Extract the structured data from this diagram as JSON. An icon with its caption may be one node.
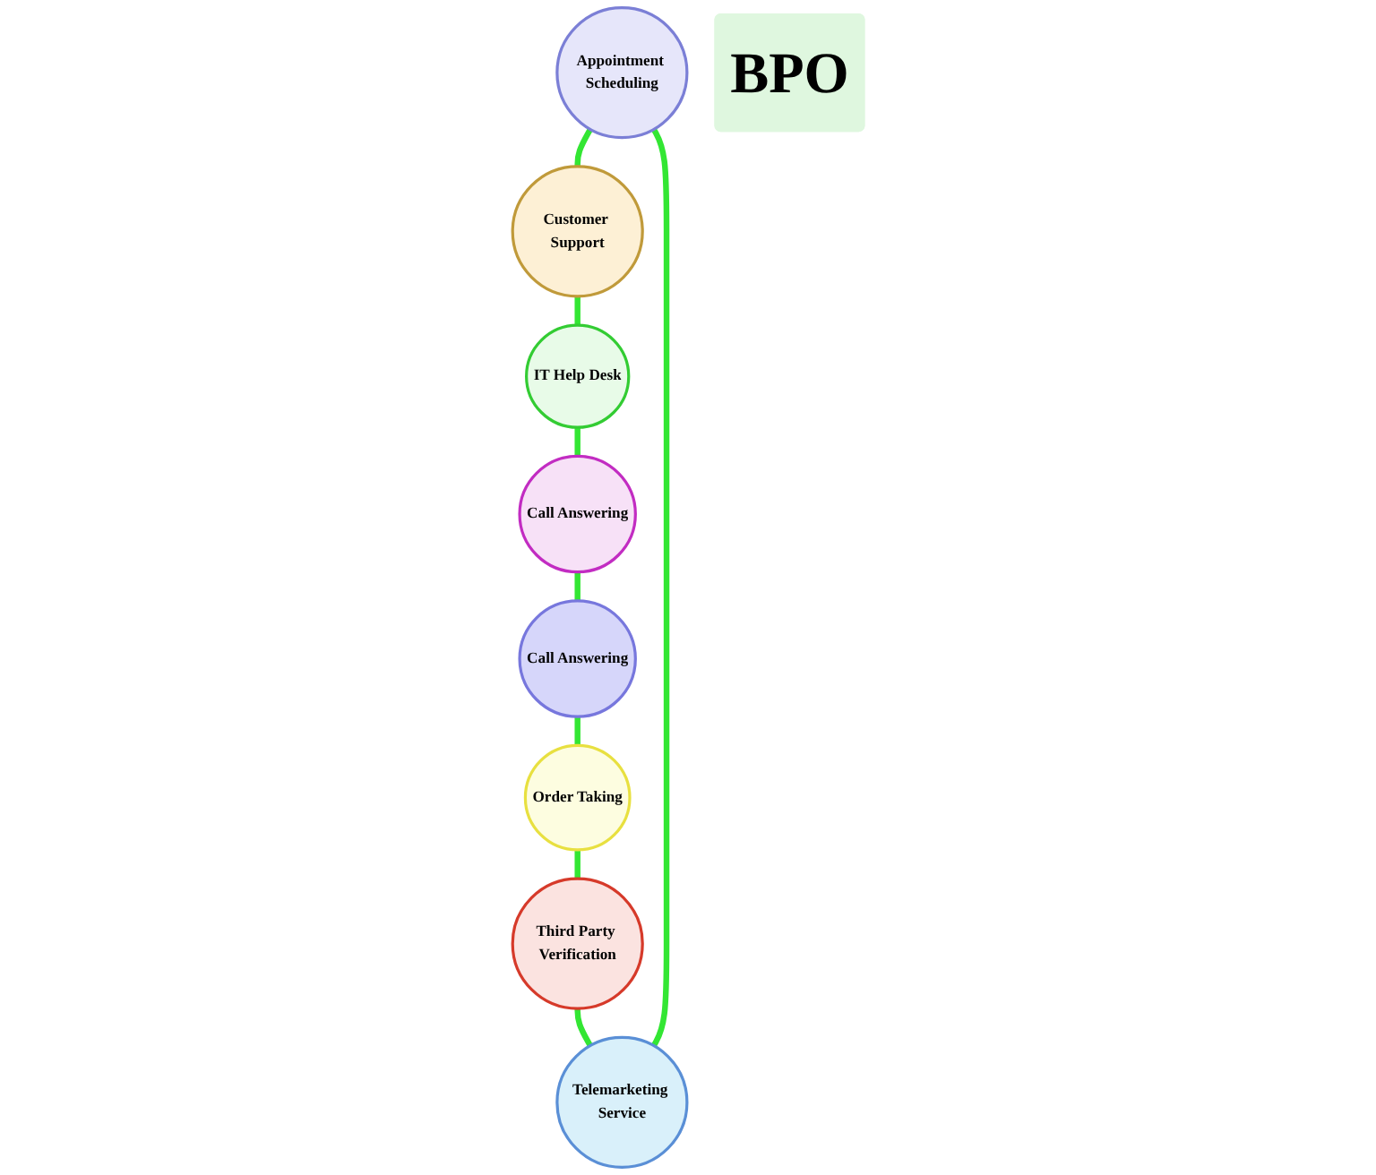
{
  "diagram": {
    "nodes": [
      {
        "text": [
          "Appointment Scheduling"
        ]
      },
      {
        "text": [
          "Customer Support"
        ]
      },
      {
        "text": [
          "IT Help Desk"
        ]
      },
      {
        "text": [
          "Telemarketing Service"
        ]
      },
      {
        "text": [
          "BPO"
        ]
      },
      {
        "text": [
          "Call Answering"
        ]
      },
      {
        "text": [
          "Third Party Verification"
        ]
      },
      {
        "text": [
          "Order Taking"
        ]
      },
      {
        "text": [
          "Call Answering"
        ]
      }
    ],
    "edges": [
      {
        "from": 0,
        "to": 1,
        "arrow": "none"
      },
      {
        "from": 1,
        "to": 2,
        "arrow": "none"
      },
      {
        "from": 2,
        "to": 5,
        "arrow": "none"
      },
      {
        "from": 5,
        "to": 8,
        "arrow": "none"
      },
      {
        "from": 8,
        "to": 7,
        "arrow": "none"
      },
      {
        "from": 7,
        "to": 6,
        "arrow": "none"
      },
      {
        "from": 6,
        "to": 3,
        "arrow": "none"
      },
      {
        "from": 3,
        "to": 0,
        "arrow": "none"
      }
    ]
  }
}
